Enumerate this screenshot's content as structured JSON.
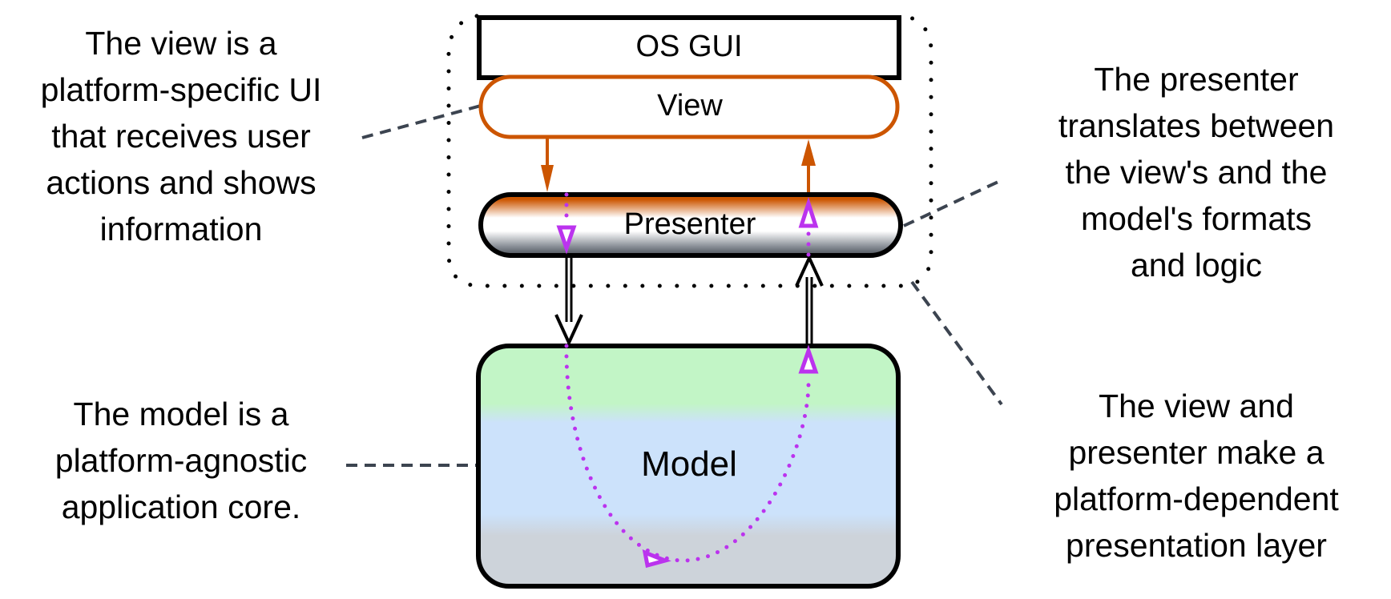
{
  "diagram": {
    "title": "Model-View-Presenter architecture",
    "colors": {
      "view_border": "#cc5500",
      "presenter_top": "#cc5500",
      "presenter_bottom": "#4a5058",
      "flow_arrow": "#bb33ee",
      "leader_line": "#3c4450",
      "model_green": "#c2f5c6",
      "model_blue": "#cce2fb",
      "model_gray": "#cdd3da"
    },
    "nodes": {
      "os_gui": {
        "label": "OS GUI"
      },
      "view": {
        "label": "View"
      },
      "presenter": {
        "label": "Presenter"
      },
      "model": {
        "label": "Model"
      }
    },
    "annotations": {
      "view": "The view is a\nplatform-specific UI\nthat receives user\nactions and shows\ninformation",
      "model": "The model is a\nplatform-agnostic\napplication core.",
      "presenter": "The presenter\ntranslates between\nthe view's and the\nmodel's formats\nand logic",
      "layer": "The view and\npresenter make a\nplatform-dependent\npresentation layer"
    }
  }
}
